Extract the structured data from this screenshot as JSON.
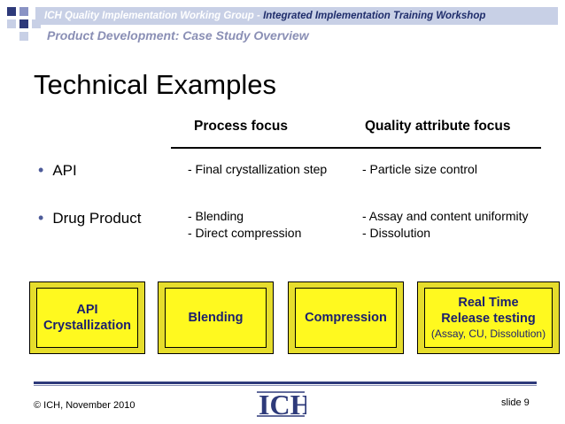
{
  "header": {
    "org": "ICH Quality Implementation Working Group - ",
    "event": "Integrated Implementation Training Workshop",
    "subtitle": "Product Development: Case Study Overview"
  },
  "slide": {
    "title": "Technical Examples",
    "columns": {
      "process": "Process focus",
      "quality": "Quality attribute focus"
    },
    "rows": [
      {
        "label": "API",
        "process": [
          "- Final crystallization step"
        ],
        "quality": [
          "- Particle size control"
        ]
      },
      {
        "label": "Drug Product",
        "process": [
          "- Blending",
          "- Direct compression"
        ],
        "quality": [
          "- Assay and content uniformity",
          "- Dissolution"
        ]
      }
    ],
    "steps": [
      {
        "lines": [
          "API",
          "Crystallization"
        ],
        "note": ""
      },
      {
        "lines": [
          "Blending"
        ],
        "note": ""
      },
      {
        "lines": [
          "Compression"
        ],
        "note": ""
      },
      {
        "lines": [
          "Real Time",
          "Release testing"
        ],
        "note": "(Assay, CU, Dissolution)"
      }
    ]
  },
  "footer": {
    "copyright": "© ICH, November 2010",
    "slide_number": "slide 9",
    "logo_text": "ICH"
  },
  "colors": {
    "header_bar": "#c8d0e6",
    "box_fill": "#fff91f",
    "box_label": "#1b1f6e",
    "bullet": "#4d5b99"
  }
}
